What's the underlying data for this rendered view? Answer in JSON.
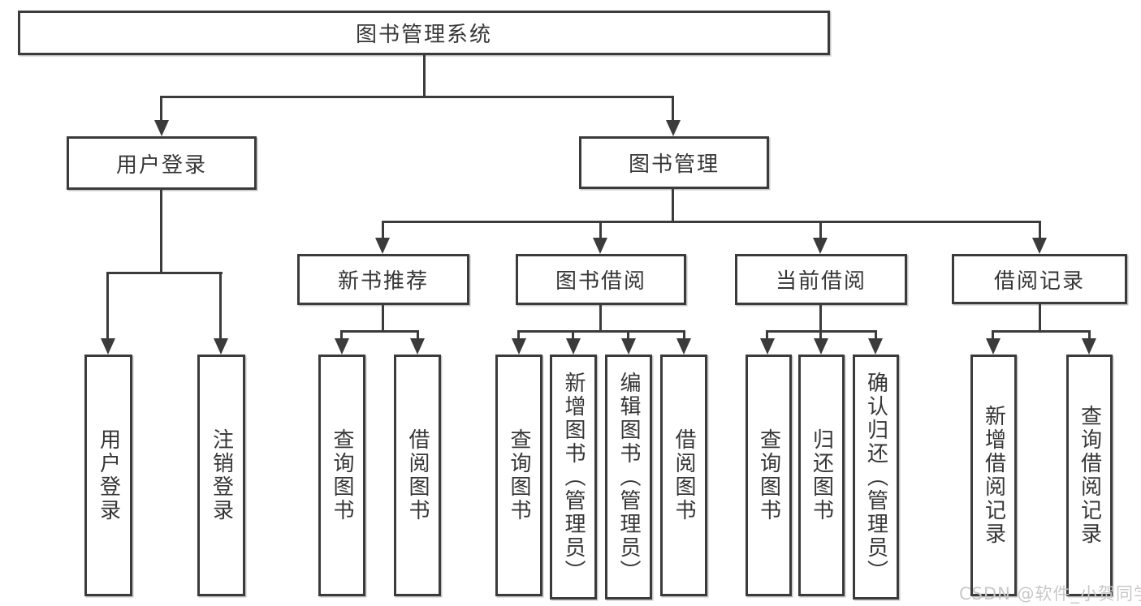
{
  "colors": {
    "line": "#3b3b3b",
    "text": "#363636",
    "box_background": "#ffffff",
    "page_background": "#ffffff",
    "watermark": "#c8c8c8"
  },
  "nodes": {
    "root": {
      "label": "图书管理系统"
    },
    "level2": {
      "user_login": {
        "label": "用户登录"
      },
      "book_management": {
        "label": "图书管理"
      }
    },
    "level3": {
      "new_book_recommend": {
        "label": "新书推荐"
      },
      "book_borrow": {
        "label": "图书借阅"
      },
      "current_borrow": {
        "label": "当前借阅"
      },
      "borrow_records": {
        "label": "借阅记录"
      }
    },
    "leaves": {
      "user_login": [
        "用户登录",
        "注销登录"
      ],
      "new_book_recommend": [
        "查询图书",
        "借阅图书"
      ],
      "book_borrow": [
        "查询图书",
        "新增图书（管理员）",
        "编辑图书（管理员）",
        "借阅图书"
      ],
      "current_borrow": [
        "查询图书",
        "归还图书",
        "确认归还（管理员）"
      ],
      "borrow_records": [
        "新增借阅记录",
        "查询借阅记录"
      ]
    }
  },
  "watermark": {
    "text": "CSDN @软件_小贺同学"
  }
}
